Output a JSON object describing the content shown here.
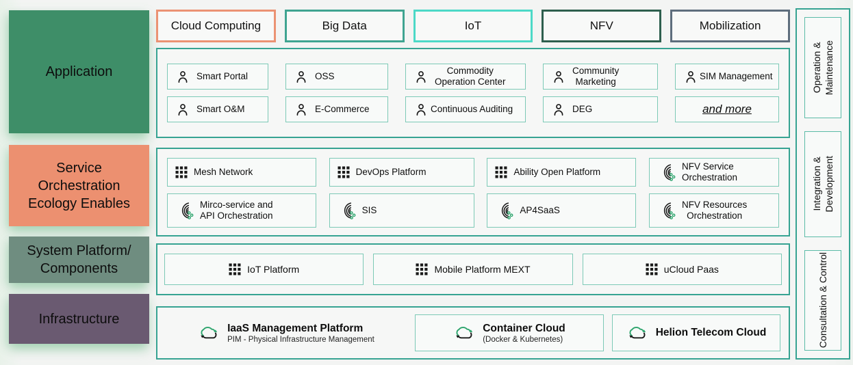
{
  "colors": {
    "background": "#f3f4f3",
    "container_border": "#36a392",
    "cell_border": "#7cc9b6",
    "application_label_bg": "#3e8e68",
    "service_label_bg": "#ec9070",
    "system_label_bg": "#6f8d80",
    "infrastructure_label_bg": "#6a5a71",
    "pill_cloud_border": "#eb9273",
    "pill_bigdata_border": "#3fa491",
    "pill_iot_border": "#4cd9c7",
    "pill_nfv_border": "#2e5f4e",
    "pill_mobilization_border": "#5e6e7d",
    "icon_green": "#2aa36b",
    "icon_black": "#1a1a1a"
  },
  "left_labels": [
    {
      "label": "Application"
    },
    {
      "label": "Service\nOrchestration\nEcology Enables"
    },
    {
      "label": "System Platform/\nComponents"
    },
    {
      "label": "Infrastructure"
    }
  ],
  "top_pills": [
    {
      "label": "Cloud Computing"
    },
    {
      "label": "Big Data"
    },
    {
      "label": "IoT"
    },
    {
      "label": "NFV"
    },
    {
      "label": "Mobilization"
    }
  ],
  "application": {
    "row1": [
      {
        "icon": "person-icon",
        "label": "Smart Portal"
      },
      {
        "icon": "person-icon",
        "label": "OSS"
      },
      {
        "icon": "person-icon",
        "label": "Commodity\nOperation Center"
      },
      {
        "icon": "person-icon",
        "label": "Community\nMarketing"
      },
      {
        "icon": "person-icon",
        "label": "SIM Management"
      }
    ],
    "row2": [
      {
        "icon": "person-icon",
        "label": "Smart O&M"
      },
      {
        "icon": "person-icon",
        "label": "E-Commerce"
      },
      {
        "icon": "person-icon",
        "label": "Continuous Auditing"
      },
      {
        "icon": "person-icon",
        "label": "DEG"
      },
      {
        "icon": null,
        "label": "and more"
      }
    ]
  },
  "services": {
    "row1": [
      {
        "icon": "grid-icon",
        "label": "Mesh Network"
      },
      {
        "icon": "grid-icon",
        "label": "DevOps Platform"
      },
      {
        "icon": "grid-icon",
        "label": "Ability Open Platform"
      },
      {
        "icon": "orchestration-icon",
        "label": "NFV Service\nOrchestration"
      }
    ],
    "row2": [
      {
        "icon": "orchestration-icon",
        "label": "Mirco-service and\nAPI Orchestration"
      },
      {
        "icon": "orchestration-icon",
        "label": "SIS"
      },
      {
        "icon": "orchestration-icon",
        "label": "AP4SaaS"
      },
      {
        "icon": "orchestration-icon",
        "label": "NFV Resources\nOrchestration"
      }
    ]
  },
  "system": {
    "items": [
      {
        "icon": "grid-icon",
        "label": "IoT Platform"
      },
      {
        "icon": "grid-icon",
        "label": "Mobile Platform MEXT"
      },
      {
        "icon": "grid-icon",
        "label": "uCloud Paas"
      }
    ]
  },
  "infrastructure": {
    "items": [
      {
        "icon": "cloud-sync-icon",
        "label": "IaaS Management Platform",
        "sublabel": "PIM - Physical Infrastructure Management"
      },
      {
        "icon": "cloud-sync-icon",
        "label": "Container Cloud",
        "sublabel": "(Docker & Kubernetes)"
      },
      {
        "icon": "cloud-sync-icon",
        "label": "Helion Telecom Cloud",
        "sublabel": ""
      }
    ]
  },
  "sidebar": {
    "items": [
      {
        "label": "Operation &\nMaintenance"
      },
      {
        "label": "Integration &\nDevelopment"
      },
      {
        "label": "Consultation & Control"
      }
    ]
  }
}
